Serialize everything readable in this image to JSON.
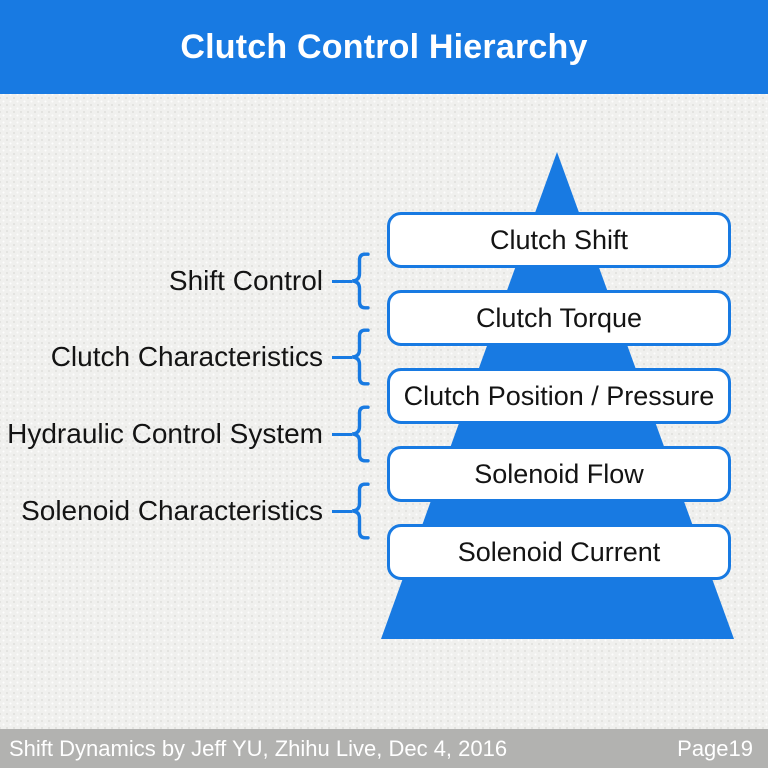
{
  "header": {
    "title": "Clutch Control Hierarchy"
  },
  "pyramid": {
    "levels": [
      "Clutch Shift",
      "Clutch Torque",
      "Clutch Position / Pressure",
      "Solenoid Flow",
      "Solenoid Current"
    ],
    "labels": [
      "Shift Control",
      "Clutch Characteristics",
      "Hydraulic Control System",
      "Solenoid Characteristics"
    ]
  },
  "footer": {
    "credit": "Shift Dynamics by Jeff YU, Zhihu Live, Dec 4, 2016",
    "page": "Page19"
  },
  "colors": {
    "accent_blue": "#187ae2",
    "background_gray": "#f0f0ee",
    "footer_gray": "#b2b2b0",
    "box_fill": "#ffffff",
    "text_dark": "#141414",
    "title_text": "#ffffff"
  }
}
